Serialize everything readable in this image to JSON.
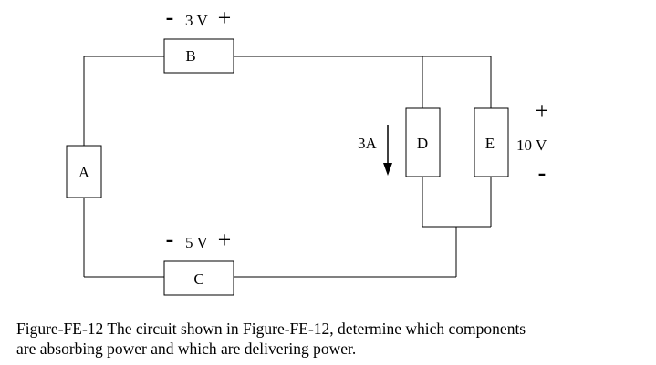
{
  "components": {
    "A": "A",
    "B": "B",
    "C": "C",
    "D": "D",
    "E": "E"
  },
  "voltages": {
    "B": {
      "minus": "-",
      "value": "3 V",
      "plus": "+"
    },
    "C": {
      "minus": "-",
      "value": "5 V",
      "plus": "+"
    },
    "E": {
      "plus": "+",
      "value": "10 V",
      "minus": "-"
    }
  },
  "current_D": "3A",
  "caption": {
    "line1": "Figure-FE-12 The circuit shown in Figure-FE-12, determine which components",
    "line2": "are absorbing power and which are delivering power."
  }
}
